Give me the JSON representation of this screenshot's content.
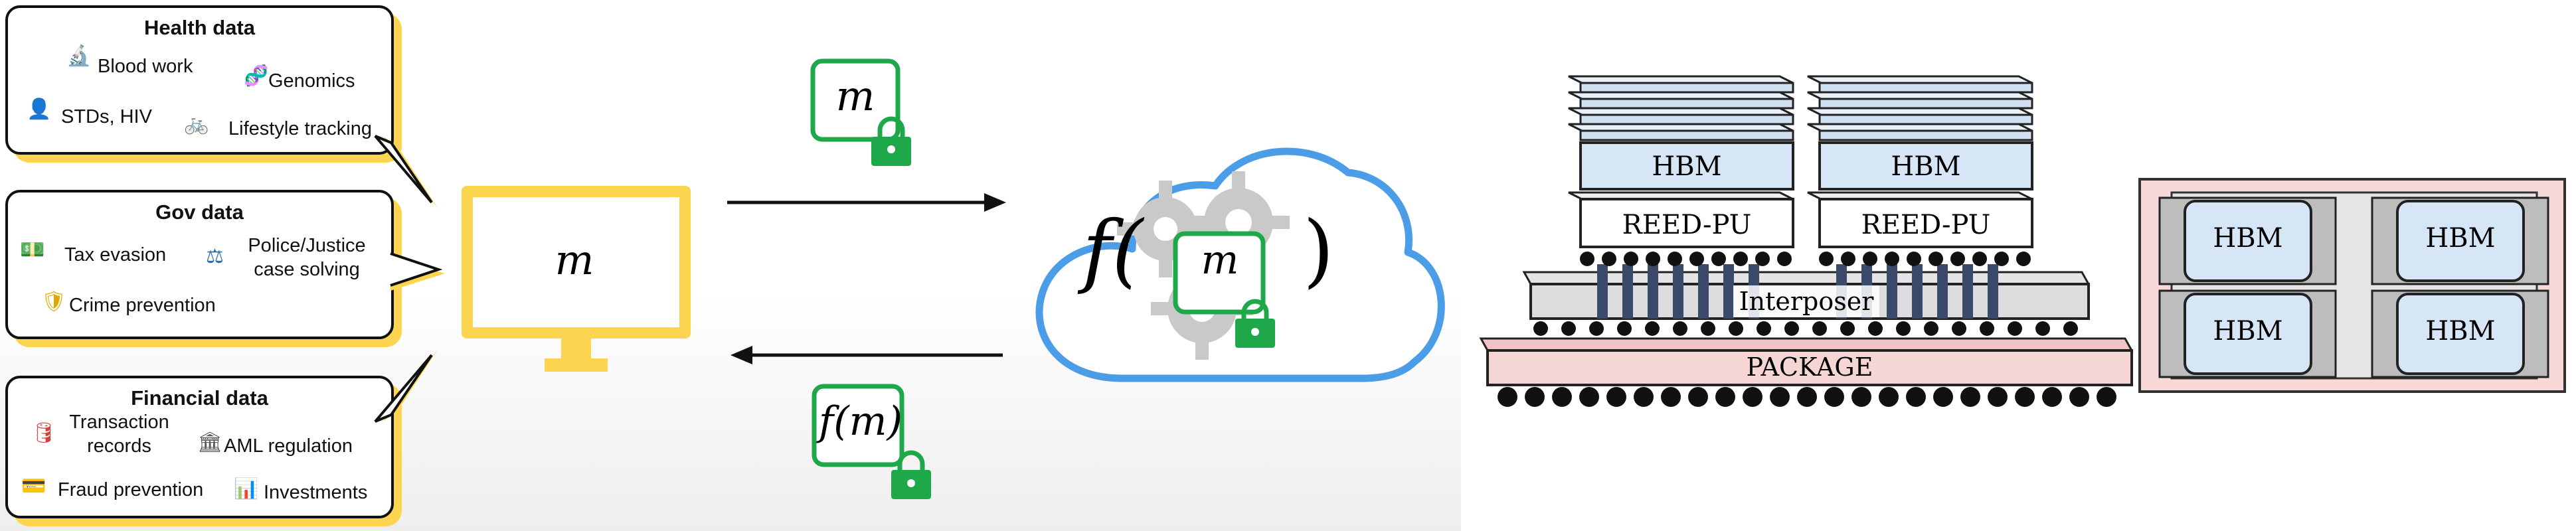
{
  "health": {
    "title": "Health data",
    "items": [
      "Blood work",
      "Genomics",
      "STDs, HIV",
      "Lifestyle tracking"
    ]
  },
  "gov": {
    "title": "Gov data",
    "items": [
      "Tax evasion",
      "Police/Justice",
      "case solving",
      "Crime prevention"
    ]
  },
  "financial": {
    "title": "Financial data",
    "items": [
      "Transaction",
      "records",
      "AML regulation",
      "Fraud prevention",
      "Investments"
    ]
  },
  "monitor": {
    "label": "m"
  },
  "messages": {
    "encrypted_input": "m",
    "encrypted_output": "f(m)"
  },
  "cloud": {
    "func_open": "f(",
    "arg": "m",
    "func_close": ")"
  },
  "hardware": {
    "hbm": "HBM",
    "reed_pu": "REED-PU",
    "interposer": "Interposer",
    "package": "PACKAGE",
    "top_view": [
      "HBM",
      "HBM",
      "HBM",
      "HBM"
    ]
  },
  "colors": {
    "accent_yellow": "#fcd44f",
    "lock_green": "#1fa84a",
    "cloud_blue": "#4a9de6",
    "hbm_fill": "#d6e6f7",
    "package_fill": "#f6d5d5"
  },
  "icons": [
    "microscope-icon",
    "dna-icon",
    "person-icon",
    "bicycle-icon",
    "cash-icon",
    "scales-icon",
    "badge-icon",
    "database-icon",
    "bank-icon",
    "credit-card-icon",
    "bar-chart-icon",
    "lock-icon",
    "gear-icon",
    "cloud-icon",
    "monitor-icon"
  ]
}
